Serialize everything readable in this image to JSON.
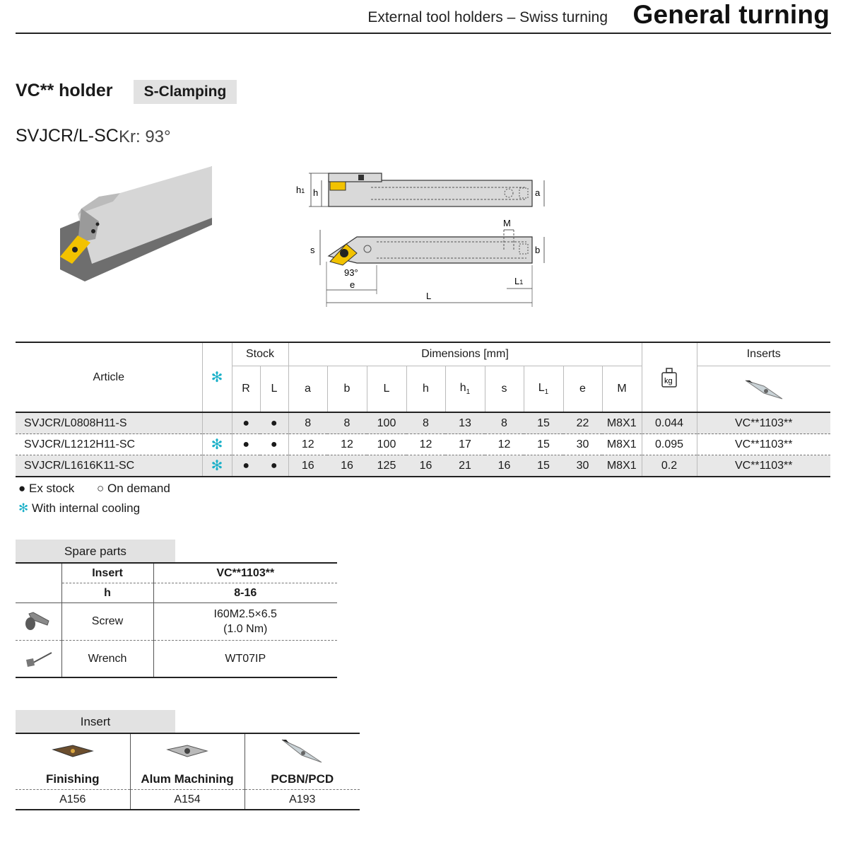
{
  "header": {
    "subtitle": "External tool holders – Swiss turning",
    "title": "General turning"
  },
  "product": {
    "title": "VC** holder",
    "clamping": "S-Clamping",
    "model": "SVJCR/L-SC",
    "kr": "Kr: 93°"
  },
  "diagram": {
    "labels": {
      "h1": "h",
      "h1_sub": "1",
      "h": "h",
      "a": "a",
      "M": "M",
      "s": "s",
      "b": "b",
      "angle": "93°",
      "e": "e",
      "L1": "L",
      "L1_sub": "1",
      "L": "L"
    }
  },
  "table": {
    "headers": {
      "article": "Article",
      "stock": "Stock",
      "dimensions": "Dimensions [mm]",
      "inserts": "Inserts",
      "kg": "kg",
      "R": "R",
      "L": "L",
      "a": "a",
      "b": "b",
      "Ldim": "L",
      "h": "h",
      "h1": "h",
      "h1_sub": "1",
      "s": "s",
      "L1": "L",
      "L1_sub": "1",
      "e": "e",
      "M": "M"
    },
    "rows": [
      {
        "article": "SVJCR/L0808H11-S",
        "cooling": "",
        "R": "●",
        "L": "●",
        "a": "8",
        "b": "8",
        "Ldim": "100",
        "h": "8",
        "h1": "13",
        "s": "8",
        "L1": "15",
        "e": "22",
        "M": "M8X1",
        "kg": "0.044",
        "insert": "VC**1103**"
      },
      {
        "article": "SVJCR/L1212H11-SC",
        "cooling": "✻",
        "R": "●",
        "L": "●",
        "a": "12",
        "b": "12",
        "Ldim": "100",
        "h": "12",
        "h1": "17",
        "s": "12",
        "L1": "15",
        "e": "30",
        "M": "M8X1",
        "kg": "0.095",
        "insert": "VC**1103**"
      },
      {
        "article": "SVJCR/L1616K11-SC",
        "cooling": "✻",
        "R": "●",
        "L": "●",
        "a": "16",
        "b": "16",
        "Ldim": "125",
        "h": "16",
        "h1": "21",
        "s": "16",
        "L1": "15",
        "e": "30",
        "M": "M8X1",
        "kg": "0.2",
        "insert": "VC**1103**"
      }
    ]
  },
  "legend": {
    "ex_stock": "● Ex stock",
    "on_demand": "○ On demand",
    "cooling": "With internal cooling"
  },
  "spare_parts": {
    "label": "Spare parts",
    "insert_label": "Insert",
    "insert_value": "VC**1103**",
    "h_label": "h",
    "h_value": "8-16",
    "screw_label": "Screw",
    "screw_value": "I60M2.5×6.5",
    "screw_torque": "(1.0 Nm)",
    "wrench_label": "Wrench",
    "wrench_value": "WT07IP"
  },
  "insert_section": {
    "label": "Insert",
    "items": [
      {
        "name": "Finishing",
        "page": "A156"
      },
      {
        "name": "Alum Machining",
        "page": "A154"
      },
      {
        "name": "PCBN/PCD",
        "page": "A193"
      }
    ]
  },
  "colors": {
    "cooling": "#1ab0c8",
    "label_bg": "#e2e2e2",
    "row_shade": "#e8e8e8",
    "insert_yellow": "#f2c200"
  }
}
